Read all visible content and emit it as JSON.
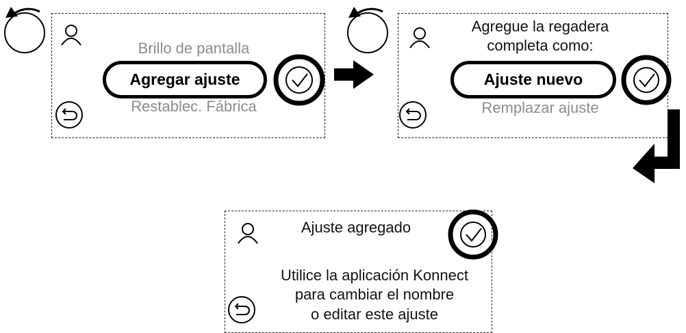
{
  "screen1": {
    "menu_above": "Brillo de pantalla",
    "selected": "Agregar ajuste",
    "menu_below": "Restablec. Fábrica",
    "icons": [
      "rotary-knob-icon",
      "user-icon",
      "back-icon",
      "confirm-check-icon"
    ]
  },
  "screen2": {
    "prompt_line1": "Agregue la regadera",
    "prompt_line2": "completa como:",
    "selected": "Ajuste nuevo",
    "menu_below": "Remplazar ajuste",
    "icons": [
      "rotary-knob-icon",
      "user-icon",
      "back-icon",
      "confirm-check-icon"
    ]
  },
  "screen3": {
    "title": "Ajuste agregado",
    "message_line1": "Utilice la aplicación Konnect",
    "message_line2": "para cambiar el nombre",
    "message_line3": "o editar este ajuste",
    "icons": [
      "user-icon",
      "back-icon",
      "confirm-check-icon"
    ]
  },
  "arrows": [
    "right-arrow-icon",
    "down-left-arrow-icon"
  ]
}
